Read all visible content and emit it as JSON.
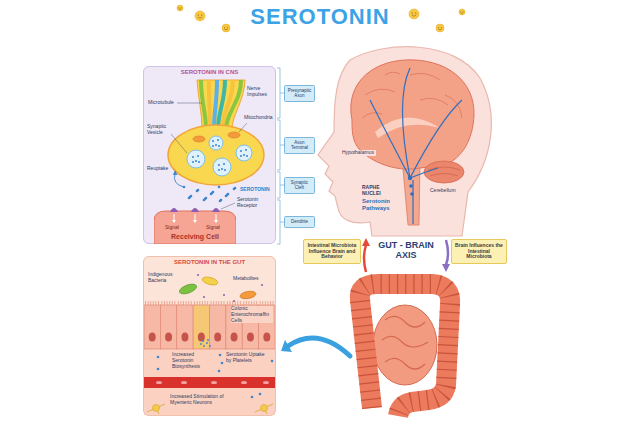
{
  "diagram": {
    "title": "SEROTONIN",
    "nodes": [
      {
        "text": [
          "SEROTONIN IN CNS"
        ]
      },
      {
        "text": [
          "Receiving Cell"
        ],
        "in": 0
      },
      {
        "text": [
          "Presynaptic Axon"
        ]
      },
      {
        "text": [
          "Axon Terminal"
        ]
      },
      {
        "text": [
          "Synaptic Cleft"
        ]
      },
      {
        "text": [
          "Dendrite"
        ]
      },
      {
        "text": [
          "Intestinal Microbiota Influence Brain and Behavior"
        ]
      },
      {
        "text": [
          "Brain Influences the Intestinal Microbiota"
        ]
      },
      {
        "text": [
          "SEROTONIN IN THE GUT"
        ]
      }
    ],
    "labels": [
      "Nerve Impulses",
      "Microtubule",
      "Mitochondria",
      "Synaptic Vesicle",
      "Reuptake",
      "SEROTONIN",
      "Serotonin Receptor",
      "Signal",
      "Signal",
      "Hypothalamus",
      "RAPHE NUCLEI",
      "Serotonin Pathways",
      "Cerebellum",
      "GUT - BRAIN AXIS",
      "Indigenous Bacteria",
      "Metabolites",
      "Colonic Enterochromaffin Cells",
      "Increased Serotonin Biosynthesis",
      "Serotonin Uptake by Platelets",
      "Increased Stimulation of Myenteric Neurons"
    ]
  }
}
